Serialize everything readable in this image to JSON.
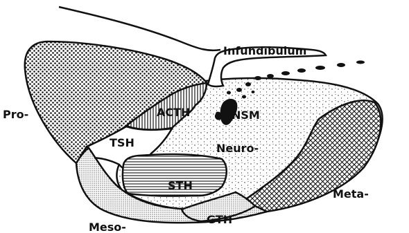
{
  "labels": {
    "infundibulum": "Infundibulum",
    "pro": "Pro-",
    "acth": "ACTH",
    "nsm": "NSM",
    "tsh": "TSH",
    "neuro": "Neuro-",
    "sth": "STH",
    "meta": "Meta-",
    "meso": "Meso-",
    "gth": "GTH"
  },
  "regions": [
    {
      "key": "pro",
      "pattern": "cross-dots"
    },
    {
      "key": "acth",
      "pattern": "vertical-lines"
    },
    {
      "key": "neuro",
      "pattern": "sparse-dots"
    },
    {
      "key": "meta",
      "pattern": "crosshatch"
    },
    {
      "key": "meso",
      "pattern": "fine-dots"
    },
    {
      "key": "sth",
      "pattern": "horizontal-lines"
    },
    {
      "key": "gth",
      "pattern": "fine-dots"
    }
  ]
}
